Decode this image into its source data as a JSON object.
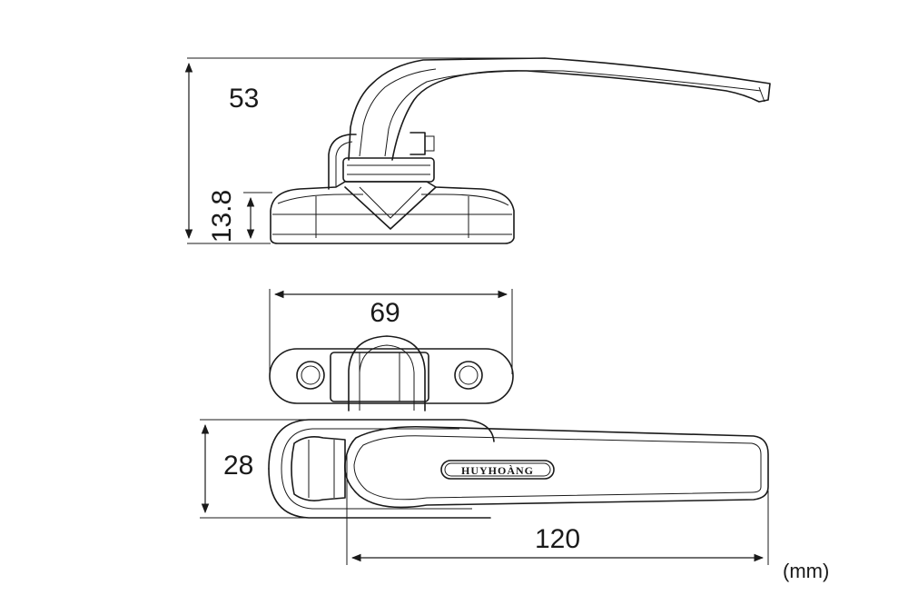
{
  "dimensions": {
    "height_total": "53",
    "height_base": "13.8",
    "base_width": "69",
    "handle_width": "28",
    "handle_length": "120"
  },
  "unit_label": "(mm)",
  "brand_text": "HUYHOÀNG",
  "colors": {
    "line": "#1a1a1a",
    "background": "#ffffff"
  }
}
